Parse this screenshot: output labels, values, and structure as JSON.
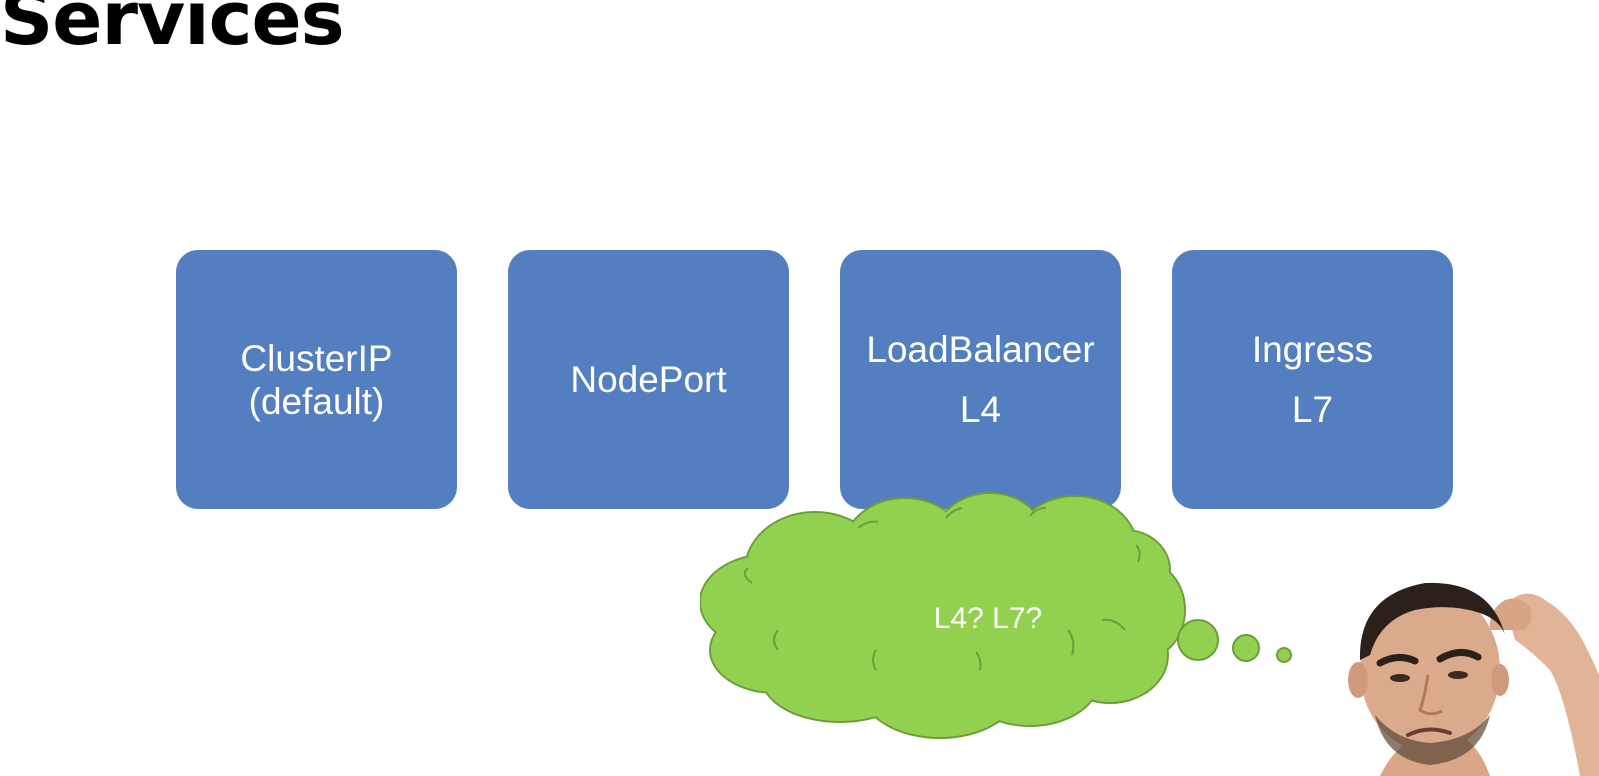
{
  "slide": {
    "title": "Services"
  },
  "boxes": [
    {
      "lines": [
        "ClusterIP",
        "(default)"
      ]
    },
    {
      "lines": [
        "NodePort"
      ]
    },
    {
      "lines": [
        "LoadBalancer",
        "L4"
      ]
    },
    {
      "lines": [
        "Ingress",
        "L7"
      ]
    }
  ],
  "thought_bubble": {
    "text": "L4? L7?"
  },
  "colors": {
    "box_fill": "#537fc0",
    "cloud_fill": "#92d050",
    "cloud_stroke": "#6e9c3b",
    "title": "#000000"
  },
  "icons": {
    "person": "confused-man-scratching-head"
  }
}
